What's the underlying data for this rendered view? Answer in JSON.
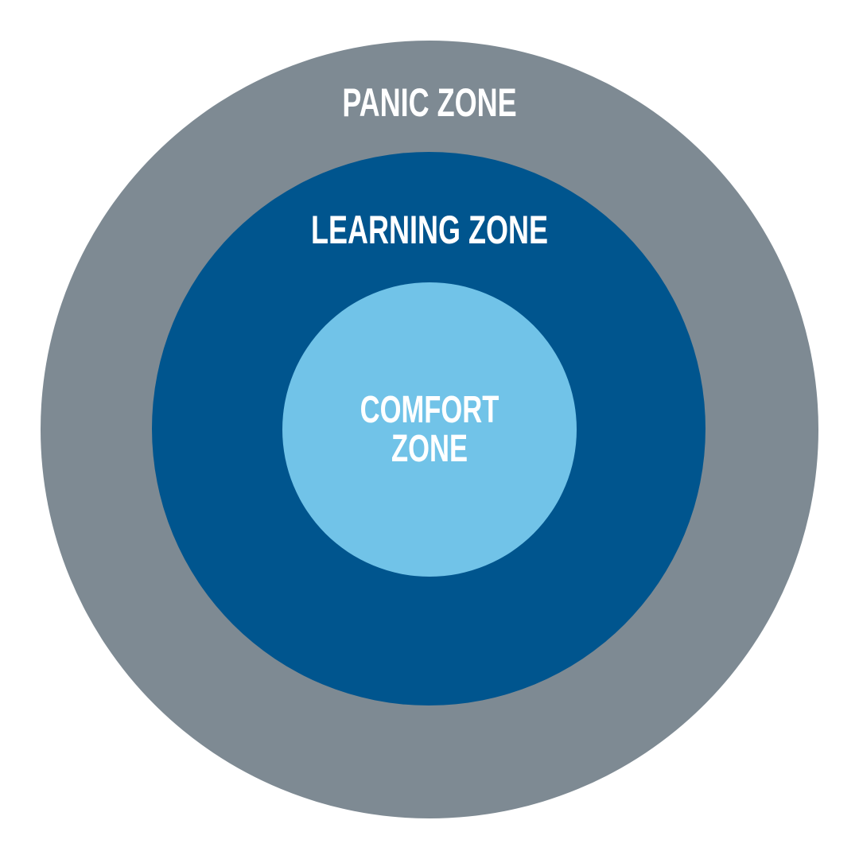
{
  "diagram": {
    "type": "concentric-circles",
    "background": "#FFFFFF",
    "zones": [
      {
        "id": "panic",
        "label": "PANIC ZONE",
        "color": "#7E8A93",
        "text_color": "#FFFFFF"
      },
      {
        "id": "learning",
        "label": "LEARNING ZONE",
        "color": "#00558E",
        "text_color": "#FFFFFF"
      },
      {
        "id": "comfort",
        "label_line1": "COMFORT",
        "label_line2": "ZONE",
        "color": "#71C3E8",
        "text_color": "#FFFFFF"
      }
    ]
  }
}
